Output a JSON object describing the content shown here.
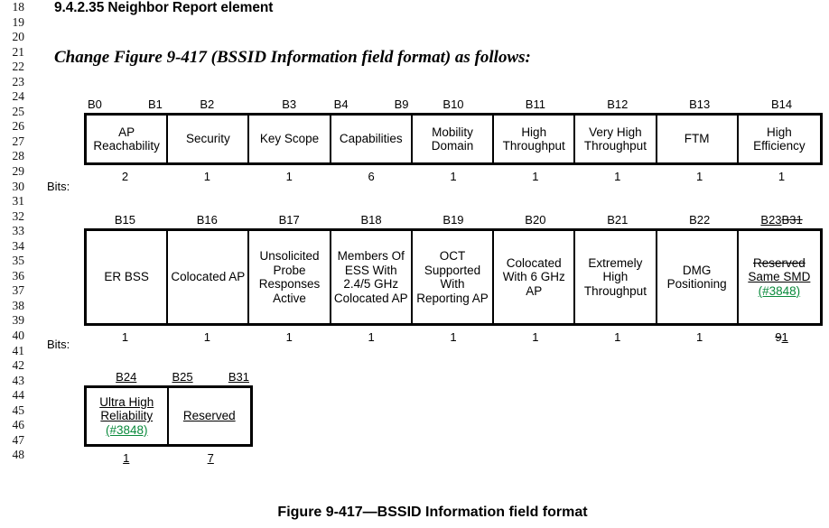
{
  "page": {
    "line_numbers": [
      "18",
      "19",
      "20",
      "21",
      "22",
      "23",
      "24",
      "25",
      "26",
      "27",
      "28",
      "29",
      "30",
      "31",
      "32",
      "33",
      "34",
      "35",
      "36",
      "37",
      "38",
      "39",
      "40",
      "41",
      "42",
      "43",
      "44",
      "45",
      "46",
      "47",
      "48"
    ],
    "section_heading": "9.4.2.35 Neighbor Report element",
    "change_instruction": "Change Figure 9-417 (BSSID Information field format) as follows:",
    "figure_caption": "Figure 9-417—BSSID Information field format",
    "bits_label": "Bits:",
    "ins_color": "#0a8a3c"
  },
  "figure": {
    "row1": {
      "headers": [
        {
          "left": "B0",
          "right": "B1"
        },
        {
          "mid": "B2"
        },
        {
          "mid": "B3"
        },
        {
          "left": "B4",
          "right": "B9"
        },
        {
          "mid": "B10"
        },
        {
          "mid": "B11"
        },
        {
          "mid": "B12"
        },
        {
          "mid": "B13"
        },
        {
          "mid": "B14"
        }
      ],
      "cells": [
        "AP Reachability",
        "Security",
        "Key Scope",
        "Capabilities",
        "Mobility Domain",
        "High Throughput",
        "Very High Throughput",
        "FTM",
        "High Efficiency"
      ],
      "counts": [
        "2",
        "1",
        "1",
        "6",
        "1",
        "1",
        "1",
        "1",
        "1"
      ]
    },
    "row2": {
      "headers": [
        {
          "mid": "B15"
        },
        {
          "mid": "B16"
        },
        {
          "mid": "B17"
        },
        {
          "mid": "B18"
        },
        {
          "mid": "B19"
        },
        {
          "mid": "B20"
        },
        {
          "mid": "B21"
        },
        {
          "mid": "B22"
        },
        {
          "ins": "B23",
          "del": "B31"
        }
      ],
      "cells": [
        "ER BSS",
        "Colocated AP",
        "Unsolicited Probe Responses Active",
        "Members Of ESS With 2.4/5 GHz Colocated AP",
        "OCT Supported With Reporting AP",
        "Colocated With 6 GHz AP",
        "Extremely High Throughput",
        "DMG Positioning",
        {
          "del": "Reserved",
          "ins": "Same SMD",
          "tag": "(#3848)"
        }
      ],
      "counts": [
        "1",
        "1",
        "1",
        "1",
        "1",
        "1",
        "1",
        "1",
        {
          "del": "9",
          "ins": "1"
        }
      ]
    },
    "row3": {
      "headers": [
        {
          "mid_ins": "B24"
        },
        {
          "left_ins": "B25",
          "right_ins": "B31"
        }
      ],
      "cells": [
        {
          "ins": "Ultra High Reliability",
          "tag": "(#3848)"
        },
        {
          "ins": "Reserved"
        }
      ],
      "counts": [
        {
          "ins": "1"
        },
        {
          "ins": "7"
        }
      ]
    }
  }
}
